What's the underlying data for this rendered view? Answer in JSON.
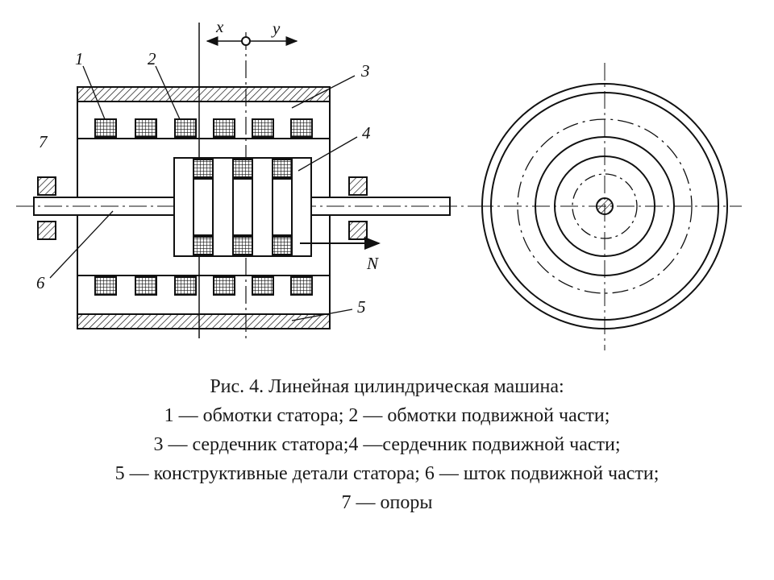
{
  "labels": {
    "n1": "1",
    "n2": "2",
    "n3": "3",
    "n4": "4",
    "n5": "5",
    "n6": "6",
    "n7": "7",
    "x": "x",
    "y": "y",
    "N": "N"
  },
  "caption": {
    "line1": "Рис. 4. Линейная цилиндрическая машина:",
    "line2": "1 — обмотки статора; 2 — обмотки подвижной части;",
    "line3": "3 — сердечник статора;4 —сердечник подвижной части;",
    "line4": "5 — конструктивные детали статора; 6 — шток подвижной части;",
    "line5": "7 — опоры"
  },
  "colors": {
    "ink": "#111111",
    "background": "#ffffff"
  }
}
